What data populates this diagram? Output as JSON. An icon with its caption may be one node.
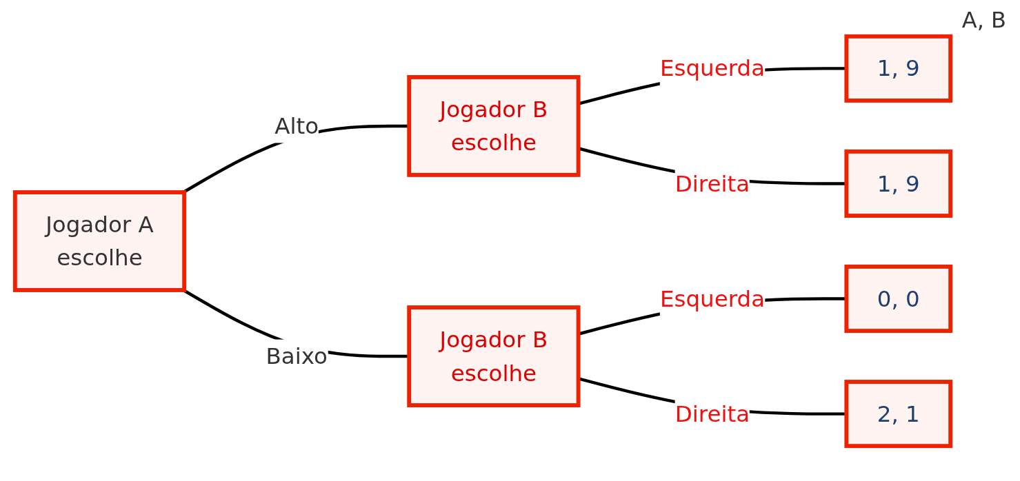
{
  "diagram": {
    "nodes": [
      {
        "text": [
          "Jogador A escolhe"
        ]
      },
      {
        "text": [
          "Jogador B escolhe"
        ]
      },
      {
        "text": [
          "Jogador B escolhe"
        ]
      },
      {
        "text": [
          "1, 9"
        ]
      },
      {
        "text": [
          "1, 9"
        ]
      },
      {
        "text": [
          "0, 0"
        ]
      },
      {
        "text": [
          "2, 1"
        ]
      }
    ],
    "edges": [
      {
        "from": 0,
        "to": 1,
        "label": "Alto",
        "arrow": "none"
      },
      {
        "from": 0,
        "to": 2,
        "label": "Baixo",
        "arrow": "none"
      },
      {
        "from": 1,
        "to": 3,
        "label": "Esquerda",
        "arrow": "none"
      },
      {
        "from": 1,
        "to": 4,
        "label": "Direita",
        "arrow": "none"
      },
      {
        "from": 2,
        "to": 5,
        "label": "Esquerda",
        "arrow": "none"
      },
      {
        "from": 2,
        "to": 6,
        "label": "Direita",
        "arrow": "none"
      }
    ],
    "labels": [
      "A, B"
    ]
  }
}
